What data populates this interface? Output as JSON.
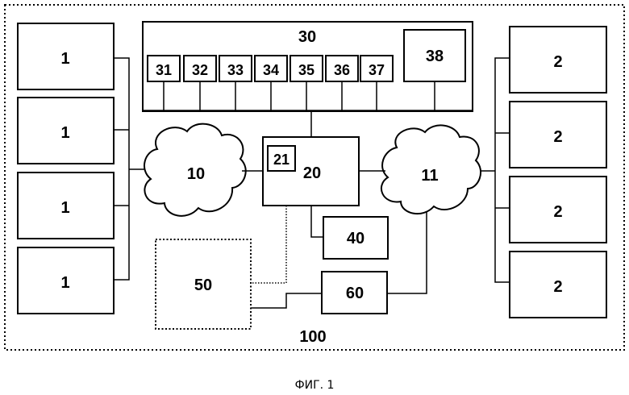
{
  "system": {
    "label": "100"
  },
  "left_units": [
    {
      "label": "1"
    },
    {
      "label": "1"
    },
    {
      "label": "1"
    },
    {
      "label": "1"
    }
  ],
  "right_units": [
    {
      "label": "2"
    },
    {
      "label": "2"
    },
    {
      "label": "2"
    },
    {
      "label": "2"
    }
  ],
  "block30": {
    "label": "30",
    "modules": [
      {
        "label": "31"
      },
      {
        "label": "32"
      },
      {
        "label": "33"
      },
      {
        "label": "34"
      },
      {
        "label": "35"
      },
      {
        "label": "36"
      },
      {
        "label": "37"
      }
    ],
    "big_module": {
      "label": "38"
    }
  },
  "network_left": {
    "label": "10"
  },
  "network_right": {
    "label": "11"
  },
  "server": {
    "label": "20",
    "sub": {
      "label": "21"
    }
  },
  "block40": {
    "label": "40"
  },
  "block50": {
    "label": "50"
  },
  "block60": {
    "label": "60"
  },
  "caption": "ФИГ. 1"
}
